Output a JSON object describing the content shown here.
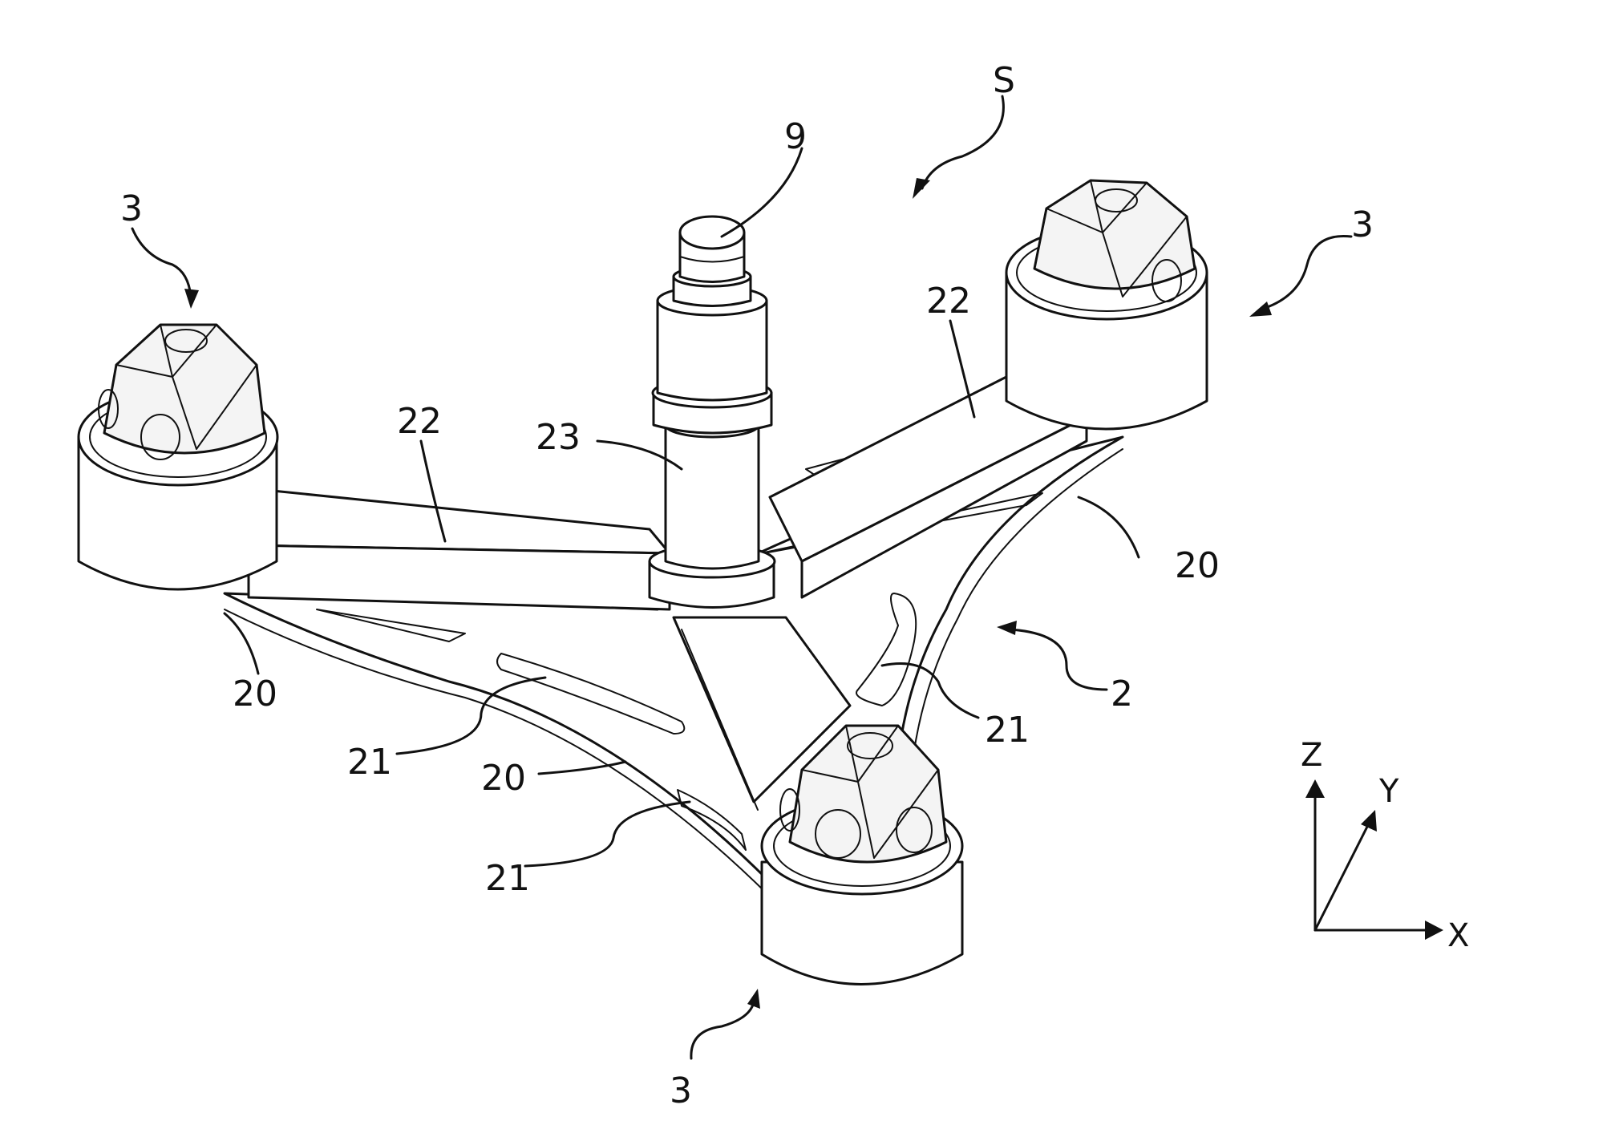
{
  "labels": {
    "assembly": "S",
    "post": "9",
    "module_tl": "3",
    "module_tr": "3",
    "module_bottom": "3",
    "beam_left": "22",
    "beam_right": "22",
    "column": "23",
    "web_left": "20",
    "web_right": "20",
    "web_center": "20",
    "slot_left": "21",
    "slot_right": "21",
    "slot_center": "21",
    "frame": "2"
  },
  "axes": {
    "x": "X",
    "y": "Y",
    "z": "Z"
  }
}
